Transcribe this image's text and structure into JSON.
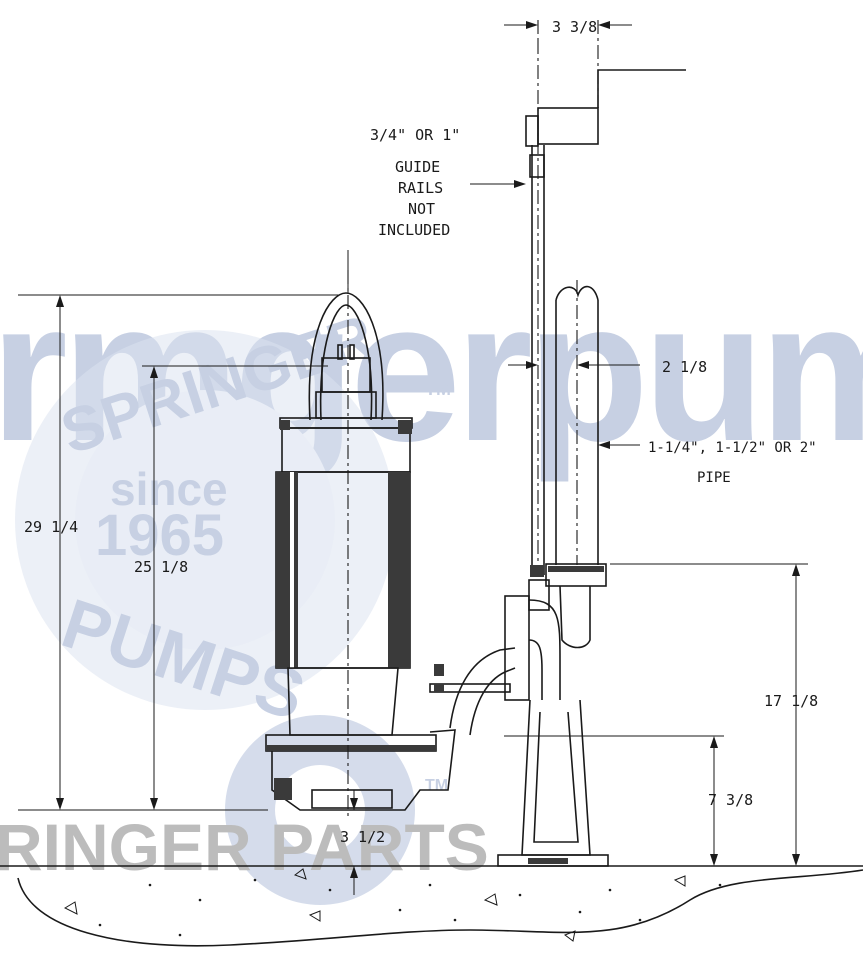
{
  "labels": {
    "top_width": "3 3/8",
    "guide_rails_lines": [
      "3/4\" OR 1\"",
      "GUIDE",
      "RAILS",
      "NOT",
      "INCLUDED"
    ],
    "rail_offset": "2 1/8",
    "pipe_lines": [
      "1-1/4\", 1-1/2\" OR 2\"",
      "PIPE"
    ],
    "overall_height": "29 1/4",
    "body_height": "25 1/8",
    "discharge_height": "17 1/8",
    "inlet_height": "7 3/8",
    "bottom_clearance": "3 1/2"
  },
  "watermark": {
    "brand_top": "SPRINGER",
    "brand_bottom": "PUMPS",
    "since": "since",
    "year": "1965",
    "bg_word": "rmgerpum",
    "parts_word": "RINGER PARTS",
    "tm": "TM"
  },
  "colors": {
    "ink": "#1a1a1a",
    "watermark": "#c9d3e6"
  }
}
